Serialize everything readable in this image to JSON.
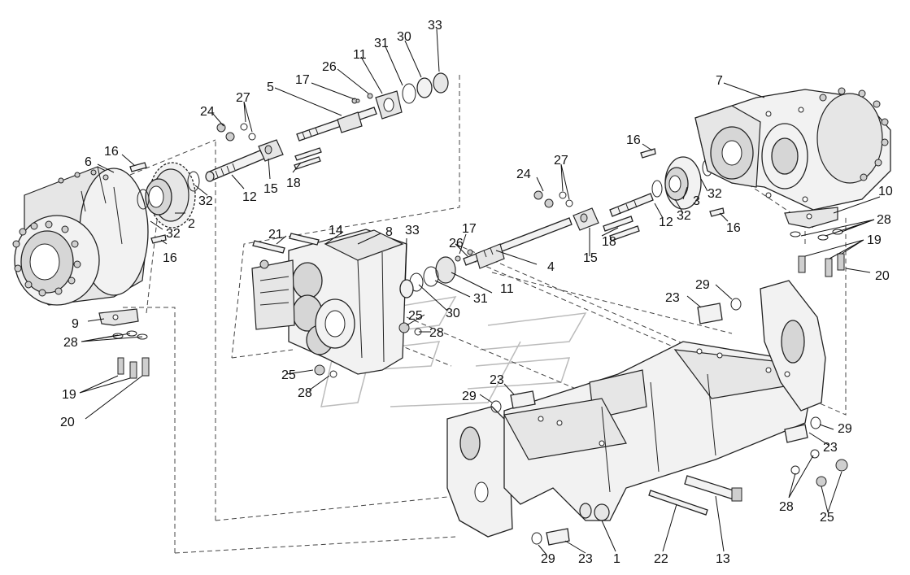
{
  "diagram": {
    "callouts": {
      "c1": "1",
      "c2": "2",
      "c3": "3",
      "c4": "4",
      "c5": "5",
      "c6": "6",
      "c7": "7",
      "c8": "8",
      "c9": "9",
      "c10": "10",
      "c11a": "11",
      "c11b": "11",
      "c12a": "12",
      "c12b": "12",
      "c13": "13",
      "c14": "14",
      "c15a": "15",
      "c15b": "15",
      "c16a": "16",
      "c16b": "16",
      "c16c": "16",
      "c16d": "16",
      "c17a": "17",
      "c17b": "17",
      "c18a": "18",
      "c18b": "18",
      "c19a": "19",
      "c19b": "19",
      "c20a": "20",
      "c20b": "20",
      "c21": "21",
      "c22": "22",
      "c23a": "23",
      "c23b": "23",
      "c23c": "23",
      "c23d": "23",
      "c24a": "24",
      "c24b": "24",
      "c25a": "25",
      "c25b": "25",
      "c25c": "25",
      "c26a": "26",
      "c26b": "26",
      "c27a": "27",
      "c27b": "27",
      "c28a": "28",
      "c28b": "28",
      "c28c": "28",
      "c28d": "28",
      "c28e": "28",
      "c29a": "29",
      "c29b": "29",
      "c29c": "29",
      "c29d": "29",
      "c30a": "30",
      "c30b": "30",
      "c31a": "31",
      "c31b": "31",
      "c32a": "32",
      "c32b": "32",
      "c32c": "32",
      "c32d": "32",
      "c33a": "33",
      "c33b": "33"
    }
  }
}
